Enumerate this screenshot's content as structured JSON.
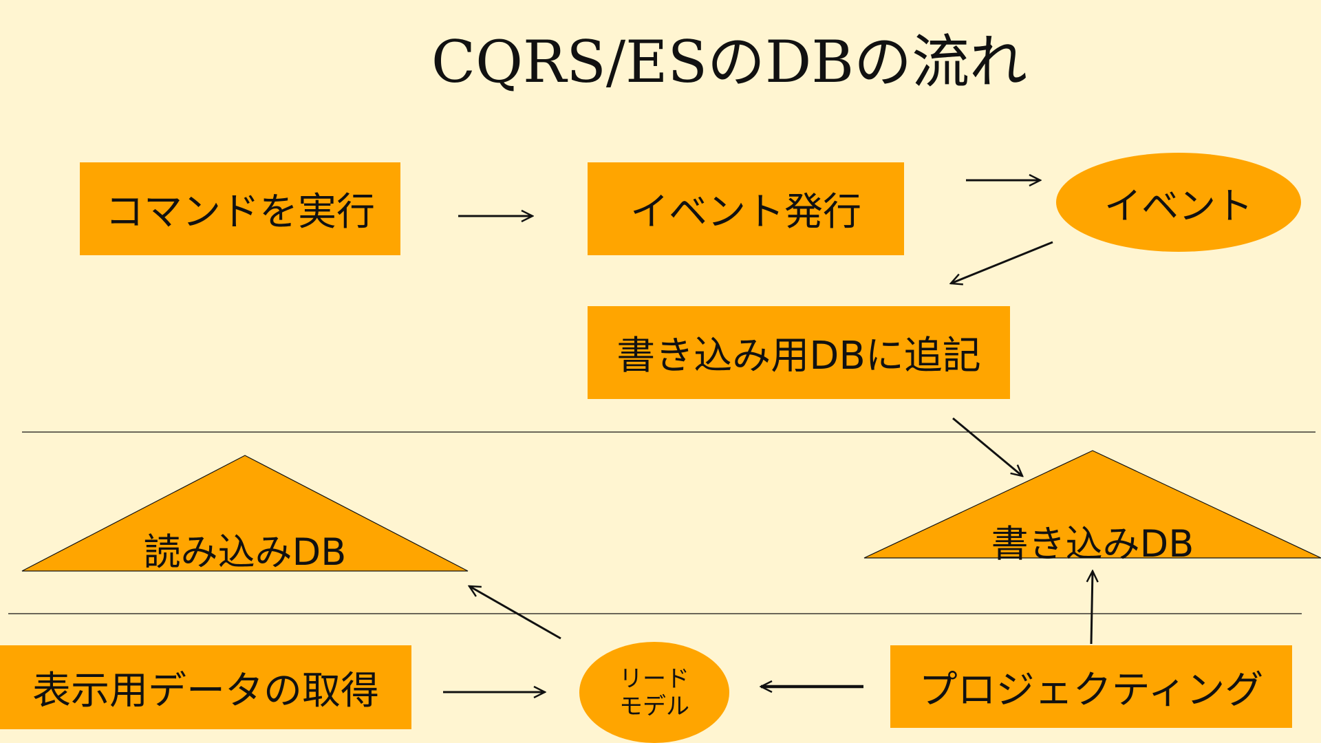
{
  "title": "CQRS/ESのDBの流れ",
  "nodes": {
    "execute_command": "コマンドを実行",
    "issue_event": "イベント発行",
    "event": "イベント",
    "append_write_db": "書き込み用DBに追記",
    "read_db": "読み込みDB",
    "write_db": "書き込みDB",
    "get_display_data": "表示用データの取得",
    "read_model_line1": "リード",
    "read_model_line2": "モデル",
    "projecting": "プロジェクティング"
  },
  "colors": {
    "background": "#FFF5D1",
    "node_fill": "#FFA500",
    "stroke": "#111111"
  }
}
